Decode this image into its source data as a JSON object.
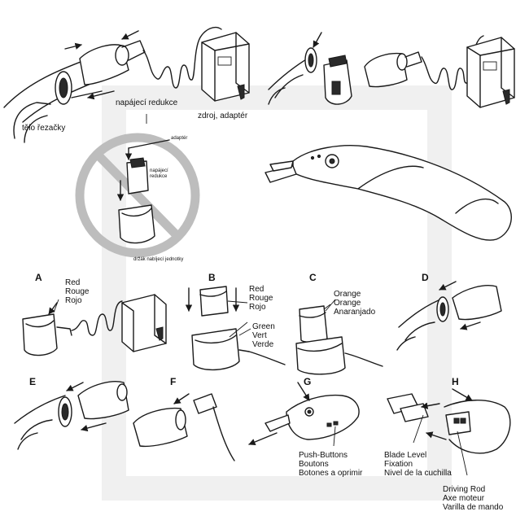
{
  "czech_labels": {
    "adapter_plug": "napájecí redukce",
    "cutter_body": "tělo řezačky",
    "power_supply": "zdroj, adaptér",
    "forbidden_adapter": "adaptér",
    "forbidden_plug_line1": "napájecí",
    "forbidden_plug_line2": "redukce",
    "forbidden_holder": "držák nabíjecí jednotky"
  },
  "steps": {
    "A": {
      "letter": "A",
      "color_label": [
        "Red",
        "Rouge",
        "Rojo"
      ]
    },
    "B": {
      "letter": "B",
      "color_label_red": [
        "Red",
        "Rouge",
        "Rojo"
      ],
      "color_label_green": [
        "Green",
        "Vert",
        "Verde"
      ]
    },
    "C": {
      "letter": "C",
      "color_label": [
        "Orange",
        "Orange",
        "Anaranjado"
      ]
    },
    "D": {
      "letter": "D"
    },
    "E": {
      "letter": "E"
    },
    "F": {
      "letter": "F"
    },
    "G": {
      "letter": "G",
      "callout": [
        "Push-Buttons",
        "Boutons",
        "Botones a oprimir"
      ]
    },
    "H": {
      "letter": "H",
      "callout_blade": [
        "Blade Level",
        "Fixation",
        "Nivel de la cuchilla"
      ],
      "callout_rod": [
        "Driving Rod",
        "Axe moteur",
        "Varilla de mando"
      ]
    }
  }
}
